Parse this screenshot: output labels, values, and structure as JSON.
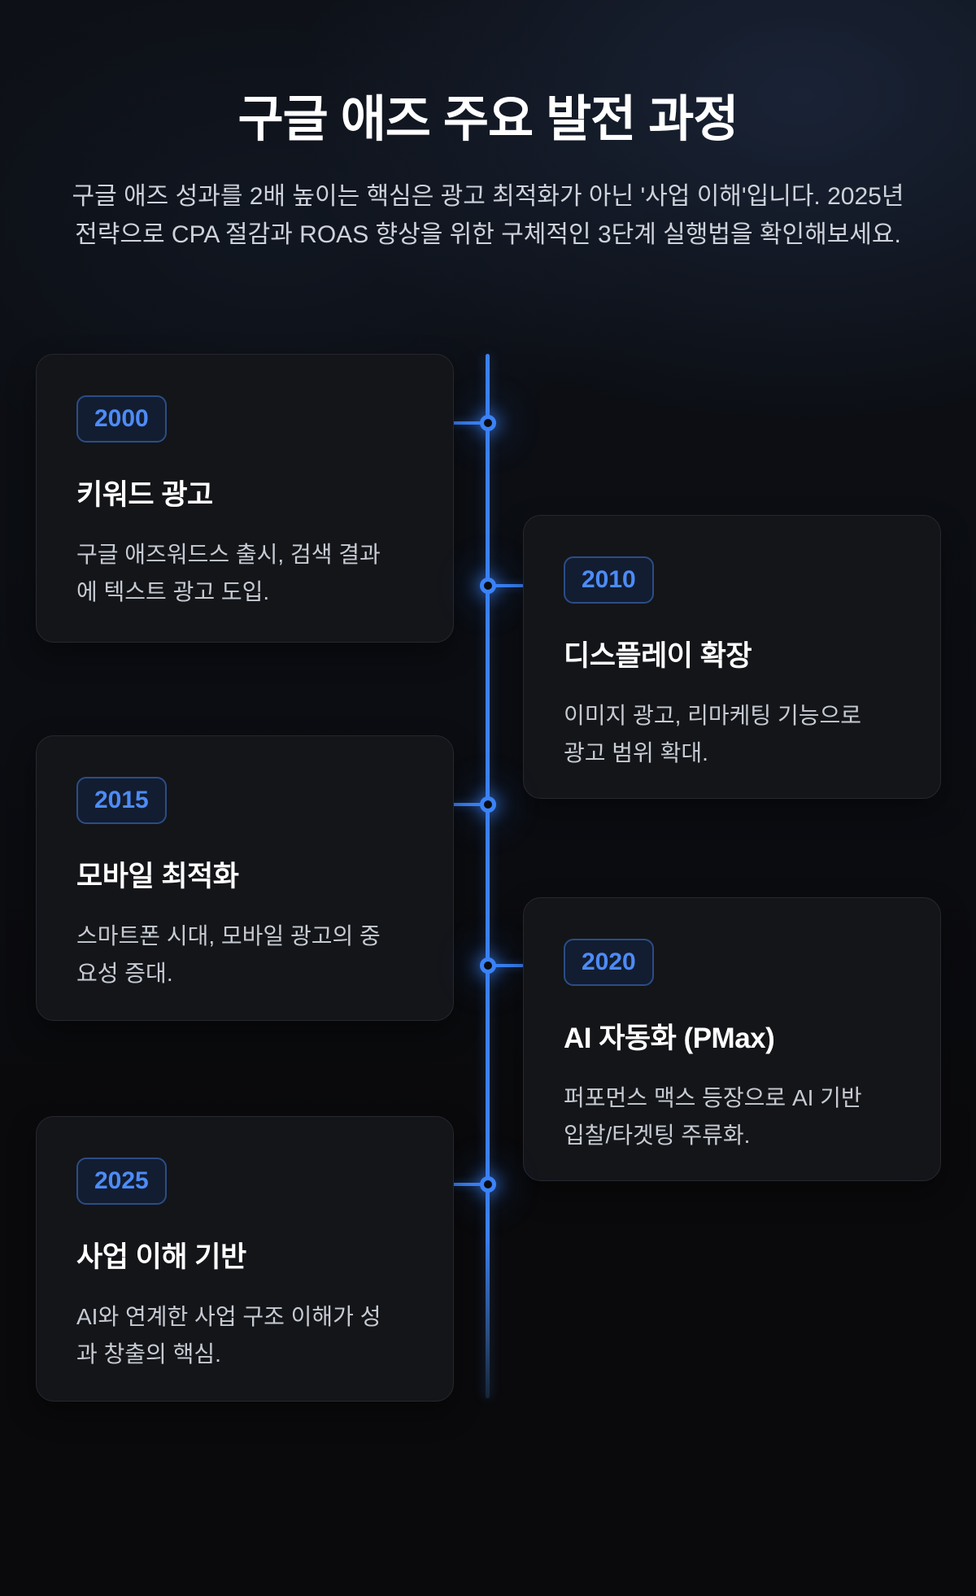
{
  "page": {
    "title": "구글 애즈 주요 발전 과정",
    "subtitle": "구글 애즈 성과를 2배 높이는 핵심은 광고 최적화가 아닌 '사업 이해'입니다. 2025년\n전략으로 CPA 절감과 ROAS 향상을 위한 구체적인 3단계 실행법을 확인해보세요."
  },
  "theme": {
    "accent_blue": "#3b82f6",
    "badge_text_blue": "#4d8bf7",
    "badge_background": "#121d31",
    "badge_border": "#2b4d86",
    "page_background": "#0a0b0e",
    "card_background": "#141519",
    "title_text": "#ffffff",
    "body_text": "#c6cbd3"
  },
  "timeline": {
    "items": [
      {
        "year": "2000",
        "side": "left",
        "title": "키워드 광고",
        "description": "구글 애즈워드스 출시, 검색 결과\n에 텍스트 광고 도입."
      },
      {
        "year": "2010",
        "side": "right",
        "title": "디스플레이 확장",
        "description": "이미지 광고, 리마케팅 기능으로\n광고 범위 확대."
      },
      {
        "year": "2015",
        "side": "left",
        "title": "모바일 최적화",
        "description": "스마트폰 시대, 모바일 광고의 중\n요성 증대."
      },
      {
        "year": "2020",
        "side": "right",
        "title": "AI 자동화 (PMax)",
        "description": "퍼포먼스 맥스 등장으로 AI 기반\n입찰/타겟팅 주류화."
      },
      {
        "year": "2025",
        "side": "left",
        "title": "사업 이해 기반",
        "description": "AI와 연계한 사업 구조 이해가 성\n과 창출의 핵심."
      }
    ]
  }
}
